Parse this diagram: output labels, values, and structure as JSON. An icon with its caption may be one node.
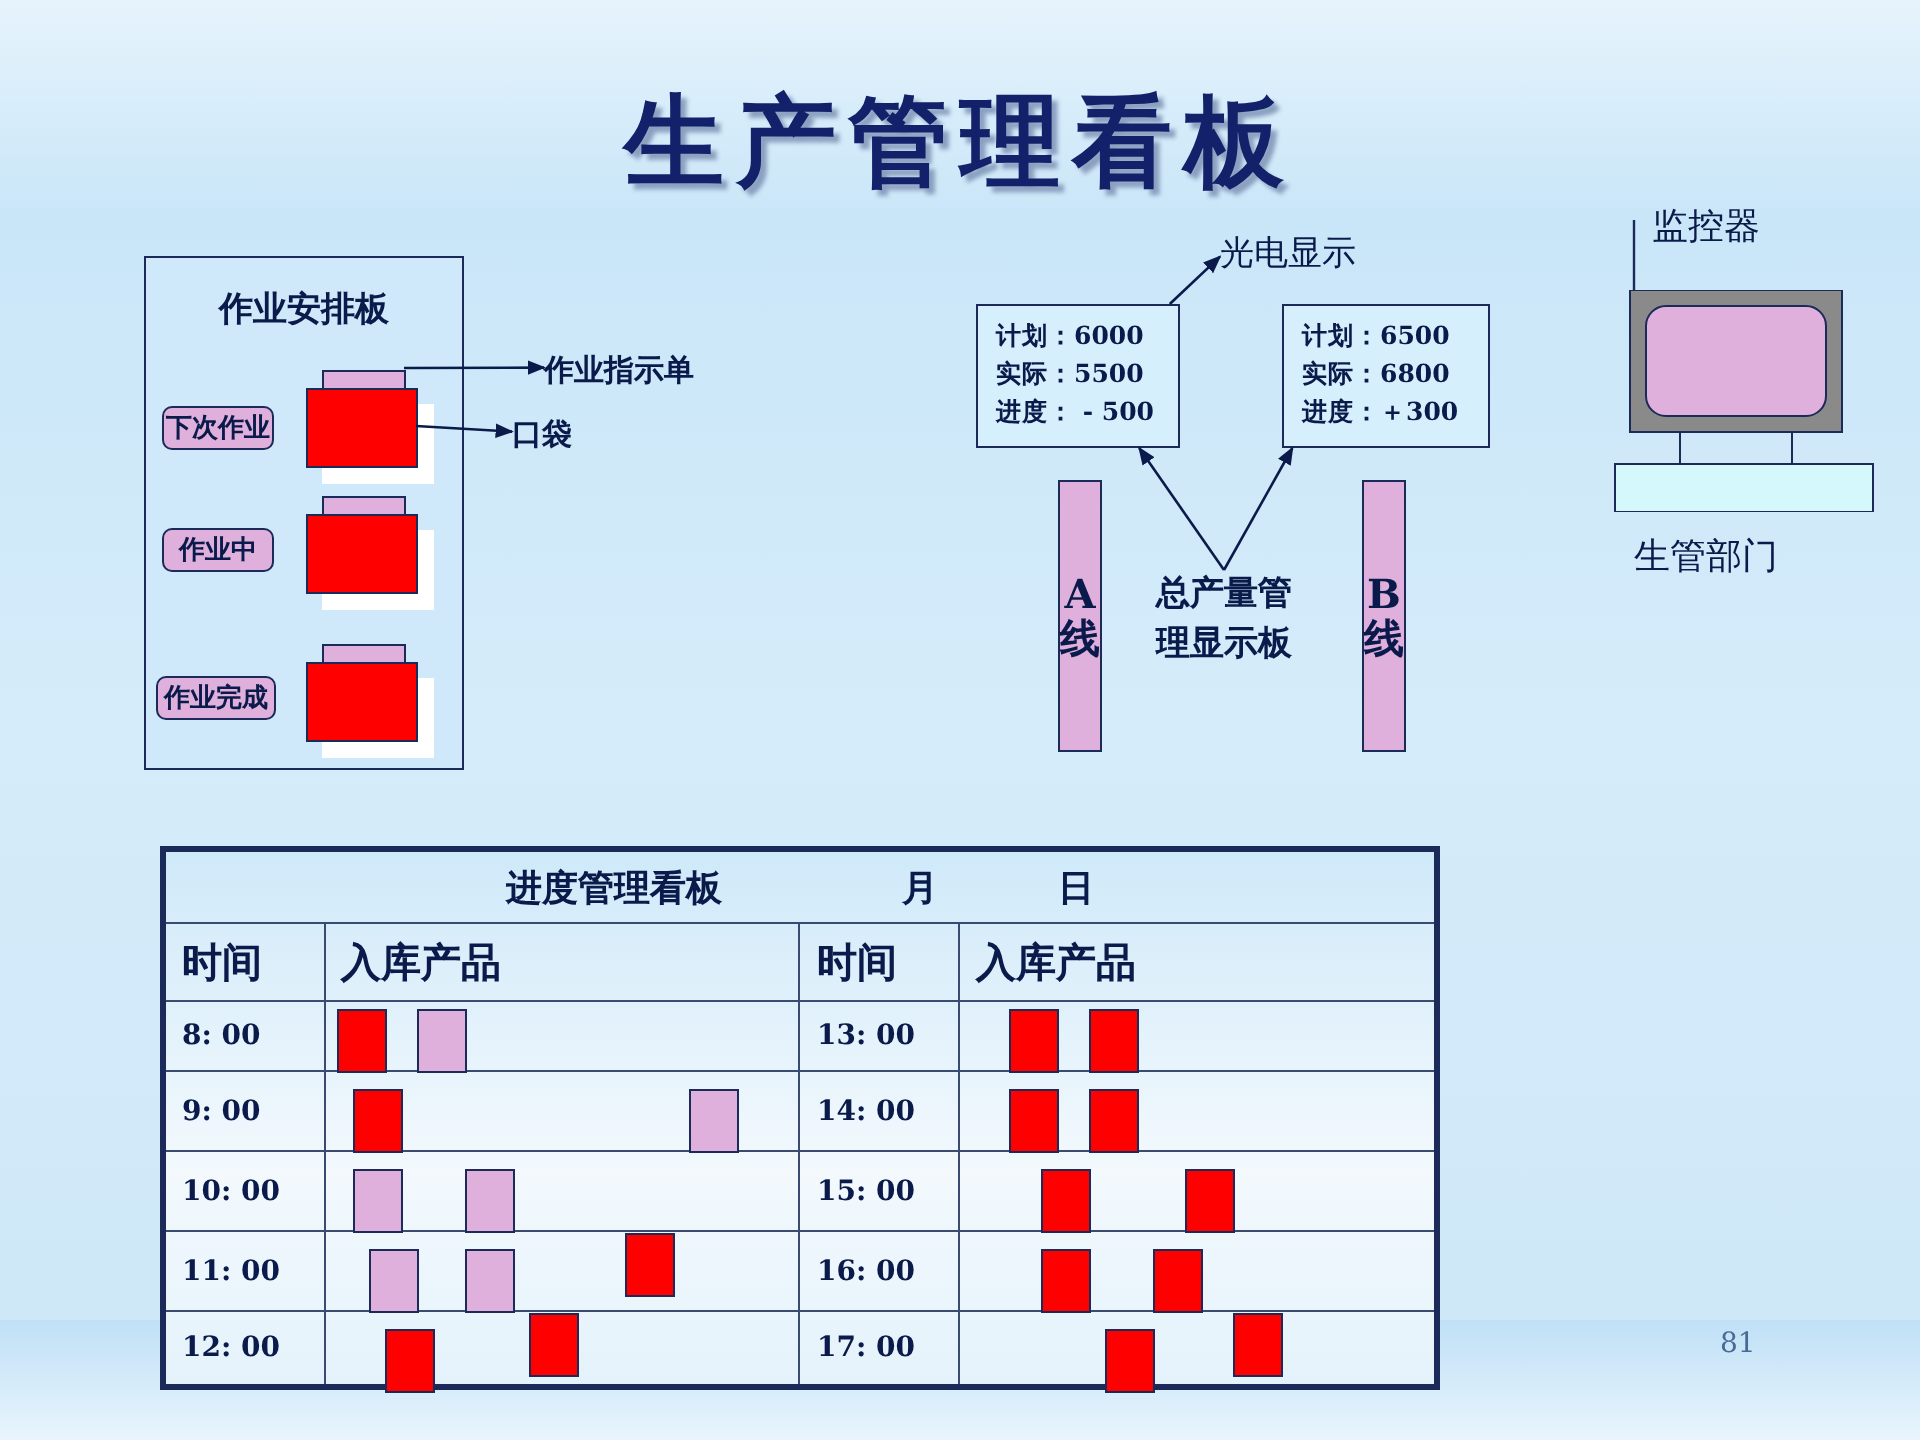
{
  "diagram": {
    "title": "生产管理看板",
    "nodes": [
      {
        "text": [
          "作业安排板"
        ]
      },
      {
        "text": [
          "下次作业"
        ],
        "in": 0
      },
      {
        "text": [],
        "shape": "box",
        "in": 0
      },
      {
        "text": [],
        "shape": "box",
        "in": 0
      },
      {
        "text": [
          "作业中"
        ],
        "in": 0
      },
      {
        "text": [],
        "shape": "box",
        "in": 0
      },
      {
        "text": [],
        "shape": "box",
        "in": 0
      },
      {
        "text": [
          "作业完成"
        ],
        "in": 0
      },
      {
        "text": [],
        "shape": "box",
        "in": 0
      },
      {
        "text": [],
        "shape": "box",
        "in": 0
      },
      {
        "text": [
          "作业指示单"
        ]
      },
      {
        "text": [
          "口袋"
        ]
      },
      {
        "text": [
          "光电显示"
        ]
      },
      {
        "text": [
          "计划：6000",
          "实际：5500",
          "进度： - 500"
        ]
      },
      {
        "text": [
          "计划：6500",
          "实际：6800",
          "进度：＋300"
        ]
      },
      {
        "text": [
          "A线"
        ]
      },
      {
        "text": [
          "总产量管理显示板"
        ]
      },
      {
        "text": [
          "B线"
        ]
      },
      {
        "text": [],
        "shape": "picture"
      }
    ],
    "edges": [
      {
        "from": 2,
        "to": 10,
        "arrow": "to"
      },
      {
        "from": 3,
        "to": 11,
        "arrow": "to"
      },
      {
        "from": 13,
        "to": 12,
        "arrow": "to"
      },
      {
        "from": 16,
        "to": 13,
        "arrow": "to"
      },
      {
        "from": 16,
        "to": 14,
        "arrow": "to"
      }
    ],
    "labels": [
      "监控器",
      "生管部门",
      "进度管理看板",
      "月",
      "日",
      "时间",
      "入库产品",
      "时间",
      "入库产品",
      "8: 00",
      "13: 00",
      "9: 00",
      "14: 00",
      "10: 00",
      "15: 00",
      "11: 00",
      "16: 00",
      "12: 00",
      "17: 00",
      "81"
    ]
  }
}
